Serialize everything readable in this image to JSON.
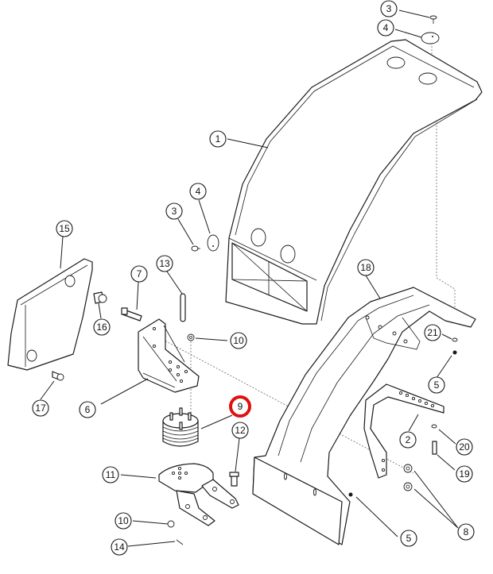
{
  "diagram": {
    "type": "exploded parts diagram",
    "highlight_color": "#e01010",
    "highlighted_callout": "9",
    "callouts": [
      {
        "id": "c3-top",
        "label": "3"
      },
      {
        "id": "c4-top",
        "label": "4"
      },
      {
        "id": "c1",
        "label": "1"
      },
      {
        "id": "c4-mid",
        "label": "4"
      },
      {
        "id": "c3-mid",
        "label": "3"
      },
      {
        "id": "c15",
        "label": "15"
      },
      {
        "id": "c13",
        "label": "13"
      },
      {
        "id": "c7",
        "label": "7"
      },
      {
        "id": "c18",
        "label": "18"
      },
      {
        "id": "c16",
        "label": "16"
      },
      {
        "id": "c10-mid",
        "label": "10"
      },
      {
        "id": "c21",
        "label": "21"
      },
      {
        "id": "c5-right",
        "label": "5"
      },
      {
        "id": "c17",
        "label": "17"
      },
      {
        "id": "c6",
        "label": "6"
      },
      {
        "id": "c9",
        "label": "9"
      },
      {
        "id": "c12",
        "label": "12"
      },
      {
        "id": "c2",
        "label": "2"
      },
      {
        "id": "c20",
        "label": "20"
      },
      {
        "id": "c19",
        "label": "19"
      },
      {
        "id": "c11",
        "label": "11"
      },
      {
        "id": "c8",
        "label": "8"
      },
      {
        "id": "c10-bot",
        "label": "10"
      },
      {
        "id": "c5-bot",
        "label": "5"
      },
      {
        "id": "c14",
        "label": "14"
      }
    ]
  }
}
